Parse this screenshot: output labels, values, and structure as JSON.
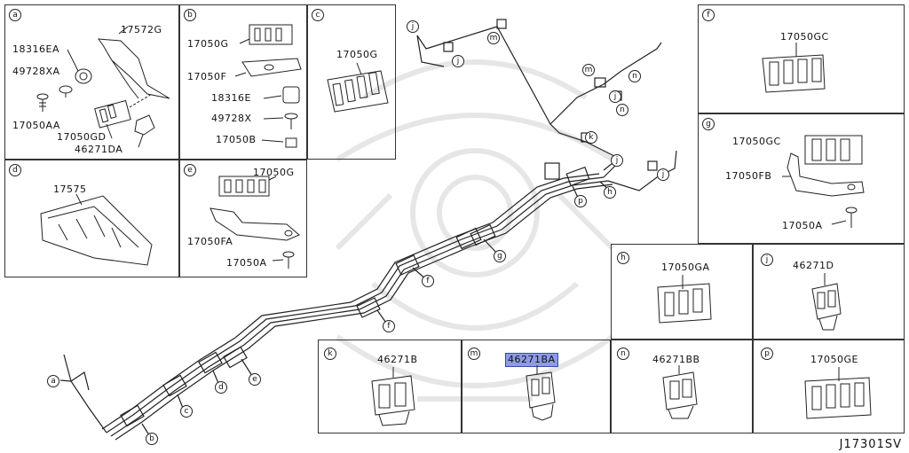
{
  "diagram_code": "J17301SV",
  "boxes": {
    "a": {
      "label": "a",
      "parts": [
        "17572G",
        "18316EA",
        "49728XA",
        "17050AA",
        "17050GD",
        "46271DA"
      ]
    },
    "b": {
      "label": "b",
      "parts": [
        "17050G",
        "17050F",
        "18316E",
        "49728X",
        "17050B"
      ]
    },
    "c": {
      "label": "c",
      "parts": [
        "17050G"
      ]
    },
    "d": {
      "label": "d",
      "parts": [
        "17575"
      ]
    },
    "e": {
      "label": "e",
      "parts": [
        "17050G",
        "17050FA",
        "17050A"
      ]
    },
    "f": {
      "label": "f",
      "parts": [
        "17050GC"
      ]
    },
    "g": {
      "label": "g",
      "parts": [
        "17050GC",
        "17050FB",
        "17050A"
      ]
    },
    "h": {
      "label": "h",
      "parts": [
        "17050GA"
      ]
    },
    "j": {
      "label": "j",
      "parts": [
        "46271D"
      ]
    },
    "k": {
      "label": "k",
      "parts": [
        "46271B"
      ]
    },
    "m": {
      "label": "m",
      "parts": [
        "46271BA"
      ]
    },
    "n": {
      "label": "n",
      "parts": [
        "46271BB"
      ]
    },
    "p": {
      "label": "p",
      "parts": [
        "17050GE"
      ]
    }
  },
  "callouts": {
    "main": [
      "a",
      "b",
      "c",
      "d",
      "e",
      "f",
      "f",
      "g",
      "h",
      "p",
      "j",
      "j",
      "k"
    ],
    "upper": [
      "j",
      "j",
      "m",
      "m",
      "n",
      "n",
      "j"
    ]
  }
}
